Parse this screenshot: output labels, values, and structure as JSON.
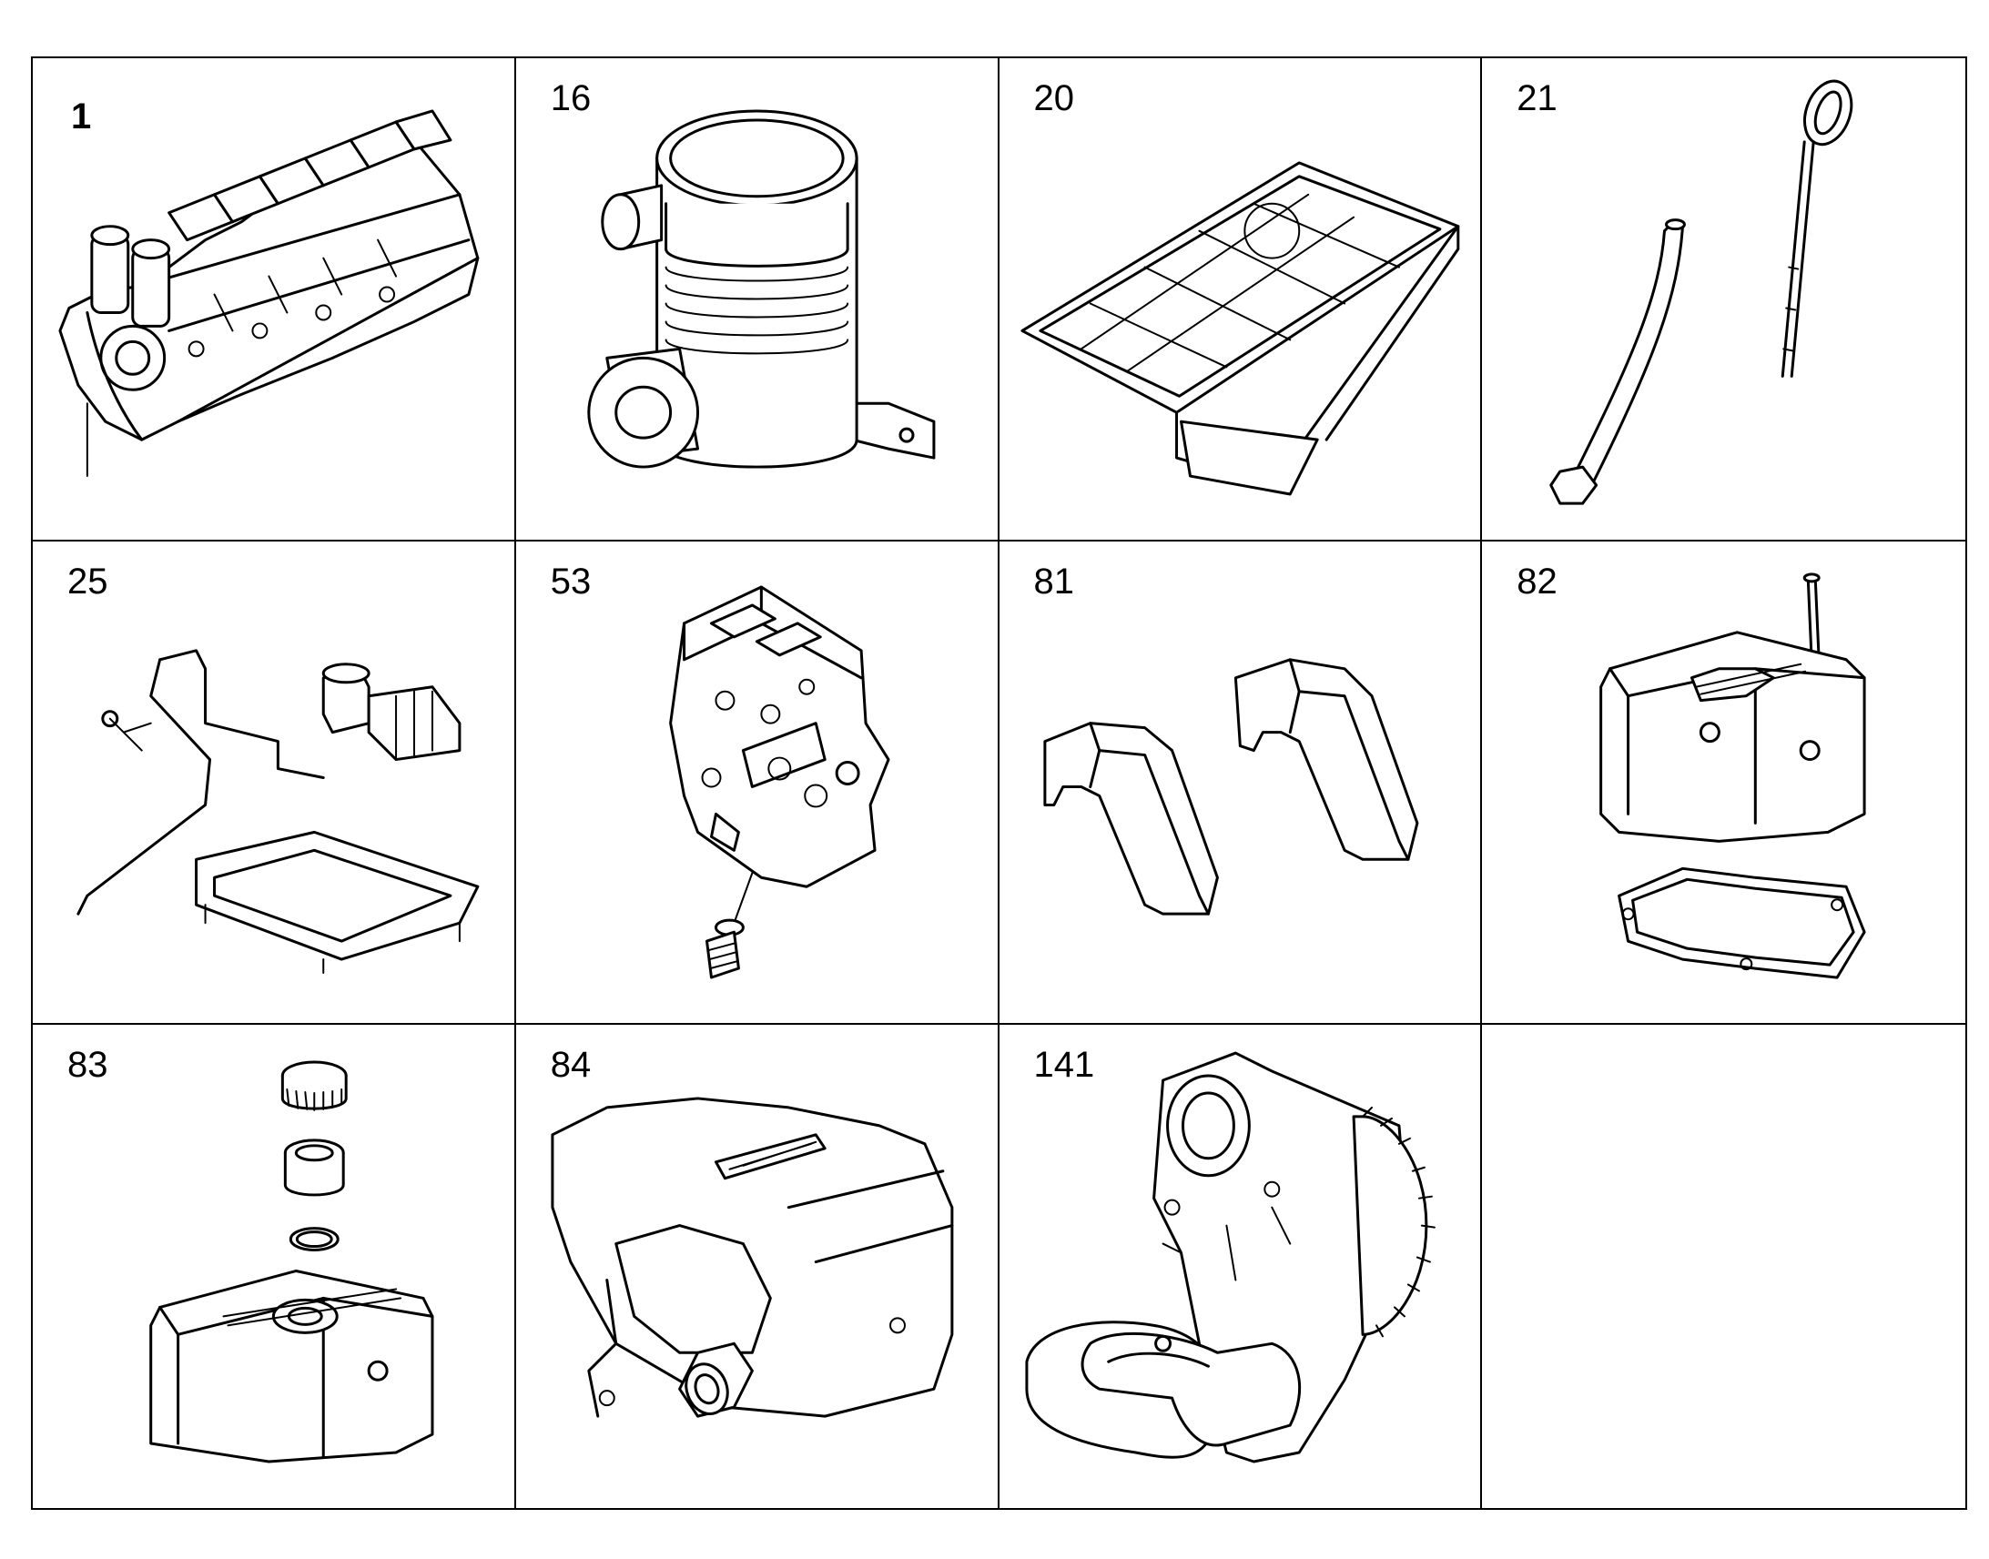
{
  "cells": [
    {
      "number": "1",
      "part": "engine-block"
    },
    {
      "number": "16",
      "part": "air-filter"
    },
    {
      "number": "20",
      "part": "oil-pan"
    },
    {
      "number": "21",
      "part": "dipstick"
    },
    {
      "number": "25",
      "part": "oil-line-assembly"
    },
    {
      "number": "53",
      "part": "cover-plate"
    },
    {
      "number": "81",
      "part": "brackets"
    },
    {
      "number": "82",
      "part": "valve-cover-with-gasket"
    },
    {
      "number": "83",
      "part": "valve-cover-with-cap"
    },
    {
      "number": "84",
      "part": "intake-manifold"
    },
    {
      "number": "141",
      "part": "oil-pump-housing"
    },
    {
      "number": "",
      "part": "empty"
    }
  ]
}
